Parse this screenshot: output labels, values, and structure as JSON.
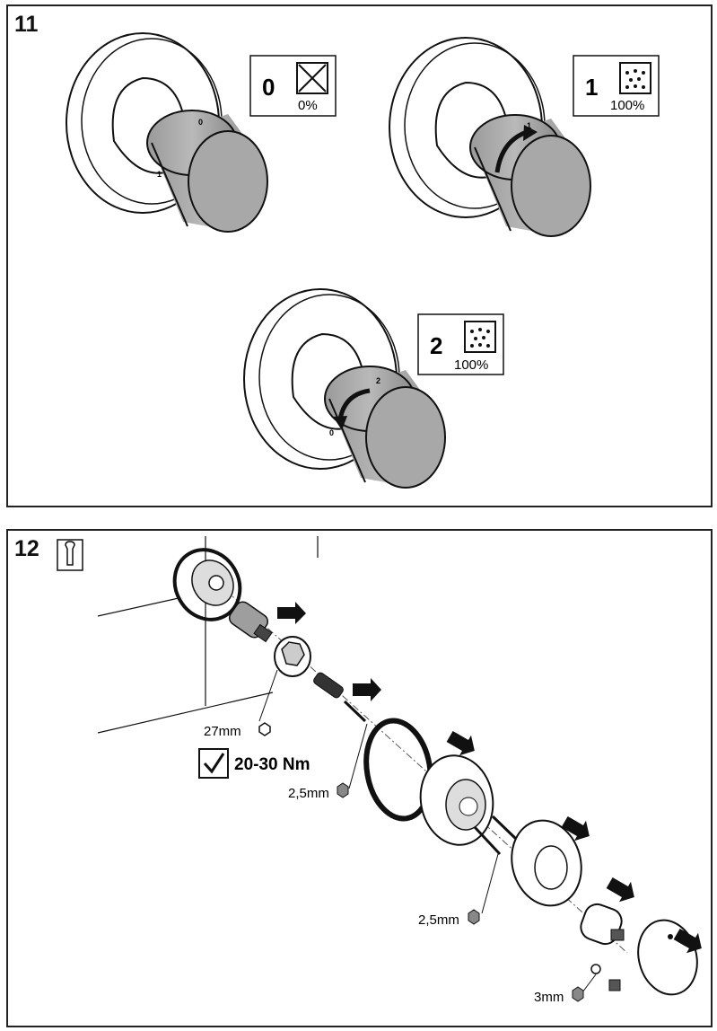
{
  "step11": {
    "number": "11",
    "positions": [
      {
        "num": "0",
        "pct": "0%",
        "knob_mark_a": "0",
        "knob_mark_b": "1"
      },
      {
        "num": "1",
        "pct": "100%",
        "knob_mark_a": "1"
      },
      {
        "num": "2",
        "pct": "100%",
        "knob_mark_a": "2",
        "knob_mark_b": "0"
      }
    ]
  },
  "step12": {
    "number": "12",
    "tool_icon": "wrench-icon",
    "labels": {
      "wrench_27": "27mm",
      "torque": "20-30 Nm",
      "hex_a": "2,5mm",
      "hex_b": "2,5mm",
      "hex_c": "3mm"
    }
  }
}
